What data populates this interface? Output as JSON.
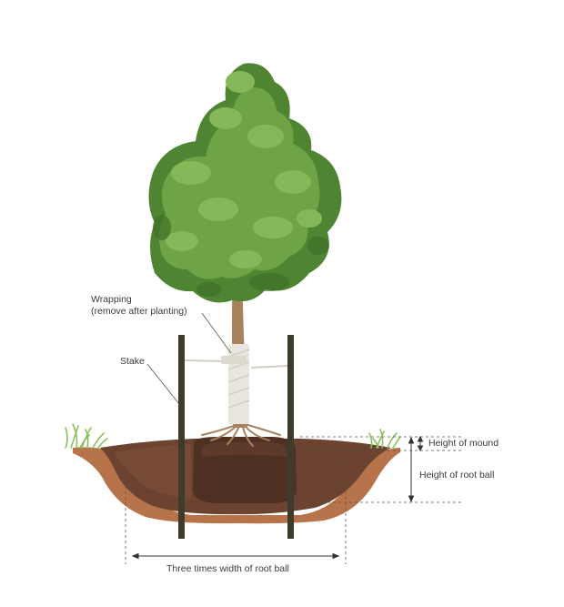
{
  "labels": {
    "wrapping_line1": "Wrapping",
    "wrapping_line2": "(remove after planting)",
    "stake": "Stake",
    "height_of_mound": "Height of mound",
    "height_of_root_ball": "Height of root ball",
    "hole_width": "Three times width of root ball"
  },
  "colors": {
    "soil_outer": "#b7734a",
    "soil_inner": "#6b4330",
    "root_ball": "#4f3124",
    "stake": "#3e3a2c",
    "trunk": "#a7825c",
    "wrap": "#e8e6df",
    "foliage_dark": "#4f8432",
    "foliage_mid": "#6ea346",
    "foliage_light": "#86b85a",
    "grass": "#8cbf5f",
    "guide_line": "#555555"
  }
}
